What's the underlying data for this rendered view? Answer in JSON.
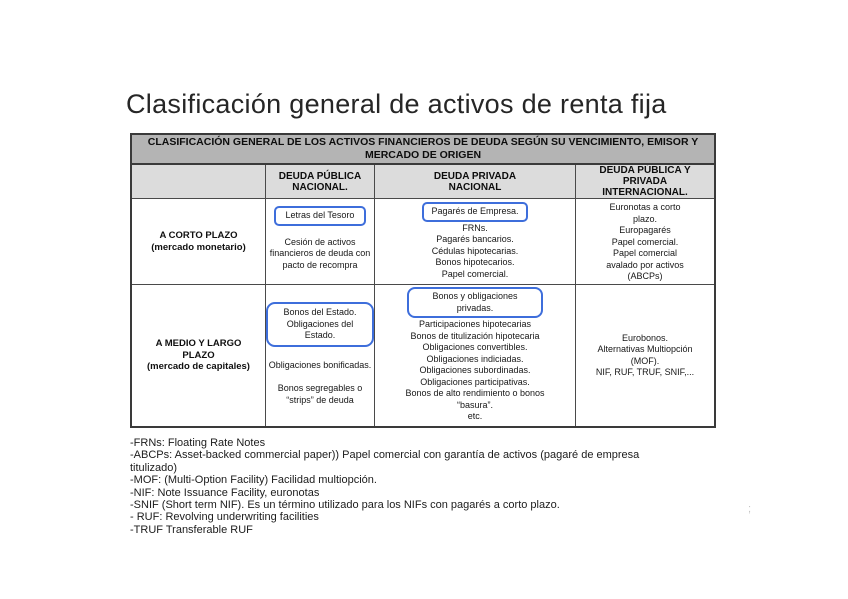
{
  "title": "Clasificación general de activos de renta fija",
  "colors": {
    "highlight_border": "#3e6edb",
    "banner_bg": "#b4b4b4",
    "header_bg": "#dcdcdc"
  },
  "table": {
    "banner": "CLASIFICACIÓN GENERAL DE LOS ACTIVOS FINANCIEROS DE DEUDA SEGÚN SU VENCIMIENTO, EMISOR Y MERCADO DE ORIGEN",
    "columns": {
      "publica_nacional": "DEUDA PÚBLICA NACIONAL.",
      "privada_nacional": "DEUDA PRIVADA NACIONAL",
      "internacional": "DEUDA PÚBLICA Y PRIVADA INTERNACIONAL."
    },
    "rows": [
      {
        "label": "A CORTO PLAZO",
        "label_sub": "(mercado monetario)",
        "publica_nacional": {
          "highlight": "Letras del Tesoro",
          "items": [
            "Cesión de activos financieros de deuda con pacto de recompra"
          ]
        },
        "privada_nacional": {
          "highlight": "Pagarés de Empresa.",
          "items": [
            "FRNs.",
            "Pagarés bancarios.",
            "Cédulas hipotecarias.",
            "Bonos hipotecarios.",
            "Papel comercial."
          ]
        },
        "internacional": {
          "items": [
            "Euronotas a corto plazo.",
            "Europagarés",
            "Papel comercial.",
            "Papel comercial avalado por activos (ABCPs)"
          ]
        }
      },
      {
        "label": "A MEDIO Y LARGO PLAZO",
        "label_sub": "(mercado de capitales)",
        "publica_nacional": {
          "highlight_lines": [
            "Bonos del Estado.",
            "Obligaciones del Estado."
          ],
          "items": [
            "Obligaciones bonificadas.",
            "Bonos segregables o “strips” de deuda"
          ]
        },
        "privada_nacional": {
          "highlight": "Bonos y obligaciones privadas.",
          "items": [
            "Participaciones hipotecarias",
            "Bonos de titulización hipotecaria",
            "Obligaciones convertibles.",
            "Obligaciones indiciadas.",
            "Obligaciones subordinadas.",
            "Obligaciones participativas.",
            "Bonos de alto rendimiento o bonos “basura”.",
            "etc."
          ]
        },
        "internacional": {
          "items": [
            "Eurobonos.",
            "Alternativas Multiopción (MOF).",
            "NIF, RUF, TRUF, SNIF,..."
          ]
        }
      }
    ]
  },
  "footnotes": [
    "-FRNs: Floating Rate Notes",
    "-ABCPs: Asset-backed commercial paper)) Papel comercial con garantía de activos (pagaré de empresa titulizado)",
    "-MOF: (Multi-Option Facility) Facilidad multiopción.",
    "-NIF: Note Issuance Facility, euronotas",
    "-SNIF (Short term NIF). Es un término utilizado para los NIFs con pagarés a corto plazo.",
    "- RUF: Revolving underwriting facilities",
    "-TRUF Transferable RUF"
  ],
  "page_mark": ";"
}
